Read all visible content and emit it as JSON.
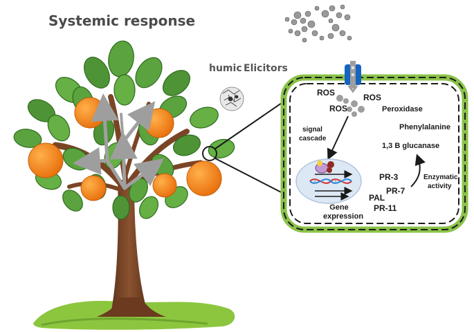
{
  "title": "Systemic response",
  "inputs": {
    "humic": "humic",
    "elicitors": "Elicitors"
  },
  "cell": {
    "ros_labels": [
      "ROS",
      "ROS",
      "ROS"
    ],
    "signal_cascade": [
      "signal",
      "cascade"
    ],
    "gene_expression": [
      "Gene",
      "expression"
    ],
    "enzymes": [
      "Peroxidase",
      "Phenylalanine",
      "1,3 B glucanase"
    ],
    "pr_proteins": [
      "PR-3",
      "PR-7",
      "PAL",
      "PR-11"
    ],
    "enzymatic_activity": [
      "Enzymatic",
      "activity"
    ]
  },
  "colors": {
    "leaf": "#5aa33e",
    "leaf_dark": "#3f7f2b",
    "orange": "#f28b1e",
    "trunk": "#7a4526",
    "grass": "#8cc63f",
    "cell_wall": "#8bc34a",
    "receptor": "#1565c0",
    "arrow_grey": "#9e9e9e"
  }
}
